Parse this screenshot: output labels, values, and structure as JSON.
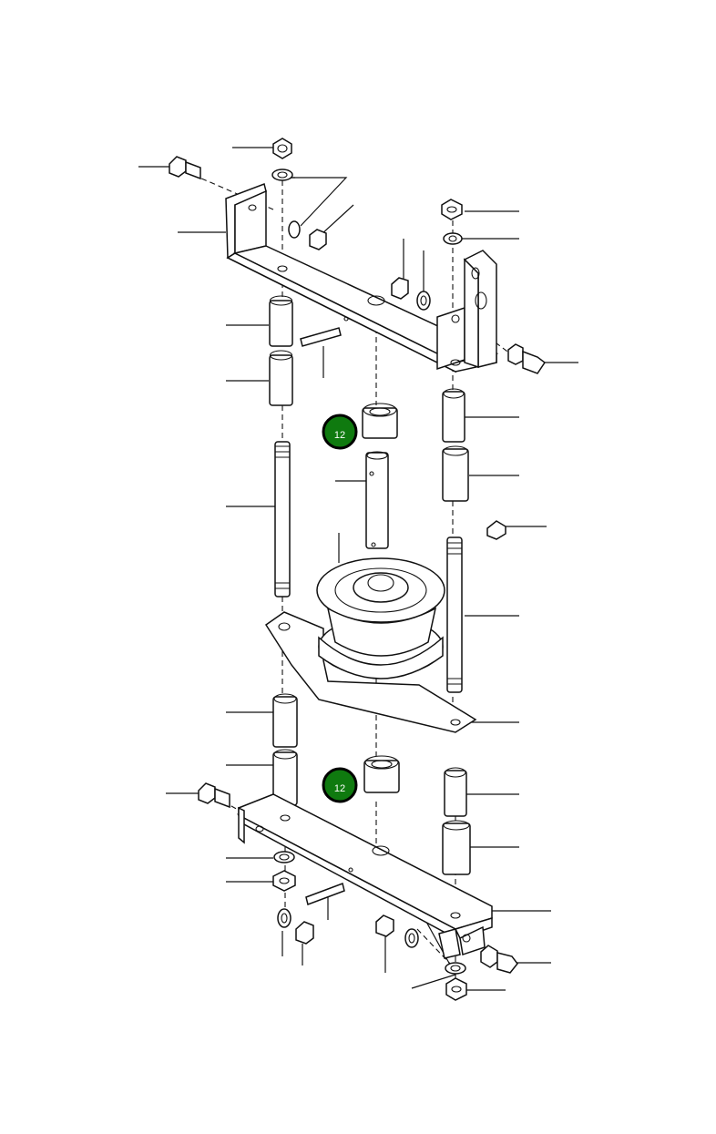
{
  "diagram": {
    "callouts": [
      {
        "id": "callout-upper",
        "label": "12",
        "color": "#0f7a0f"
      },
      {
        "id": "callout-lower",
        "label": "12",
        "color": "#0f7a0f"
      }
    ]
  }
}
